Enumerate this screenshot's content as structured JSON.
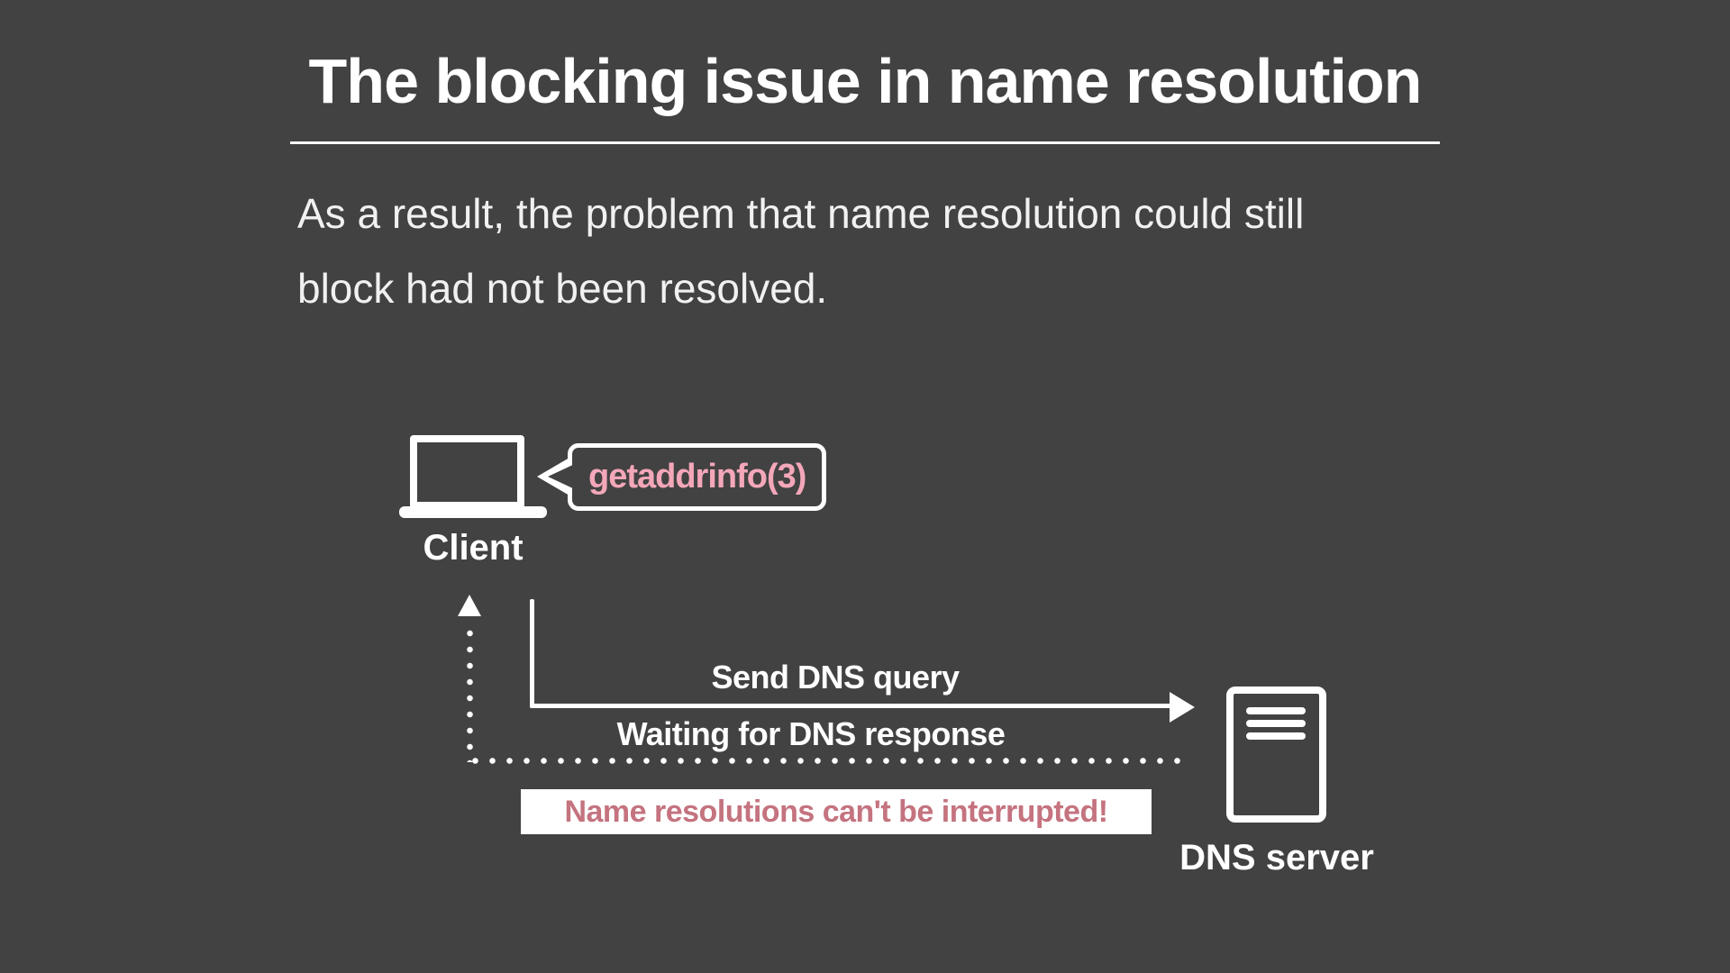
{
  "slide": {
    "title": "The blocking issue in name resolution",
    "body": {
      "lines": [
        "As a result, the problem that name resolution could still",
        "block had not been resolved."
      ]
    }
  },
  "diagram": {
    "client_label": "Client",
    "bubble_text": "getaddrinfo(3)",
    "send_query_label": "Send DNS query",
    "waiting_label": "Waiting for DNS response",
    "interrupt_label": "Name resolutions can't be interrupted!",
    "server_label": "DNS server",
    "icons": [
      "laptop-icon",
      "speech-bubble-icon",
      "up-dotted-arrow-icon",
      "right-solid-arrow-icon",
      "dotted-line-icon",
      "server-icon"
    ]
  },
  "colors": {
    "background": "#424242",
    "text_primary": "#ffffff",
    "text_body": "#f1f1f1",
    "accent_pink": "#f4a7b9",
    "accent_rose": "#c4737f",
    "label_background": "#ffffff"
  }
}
